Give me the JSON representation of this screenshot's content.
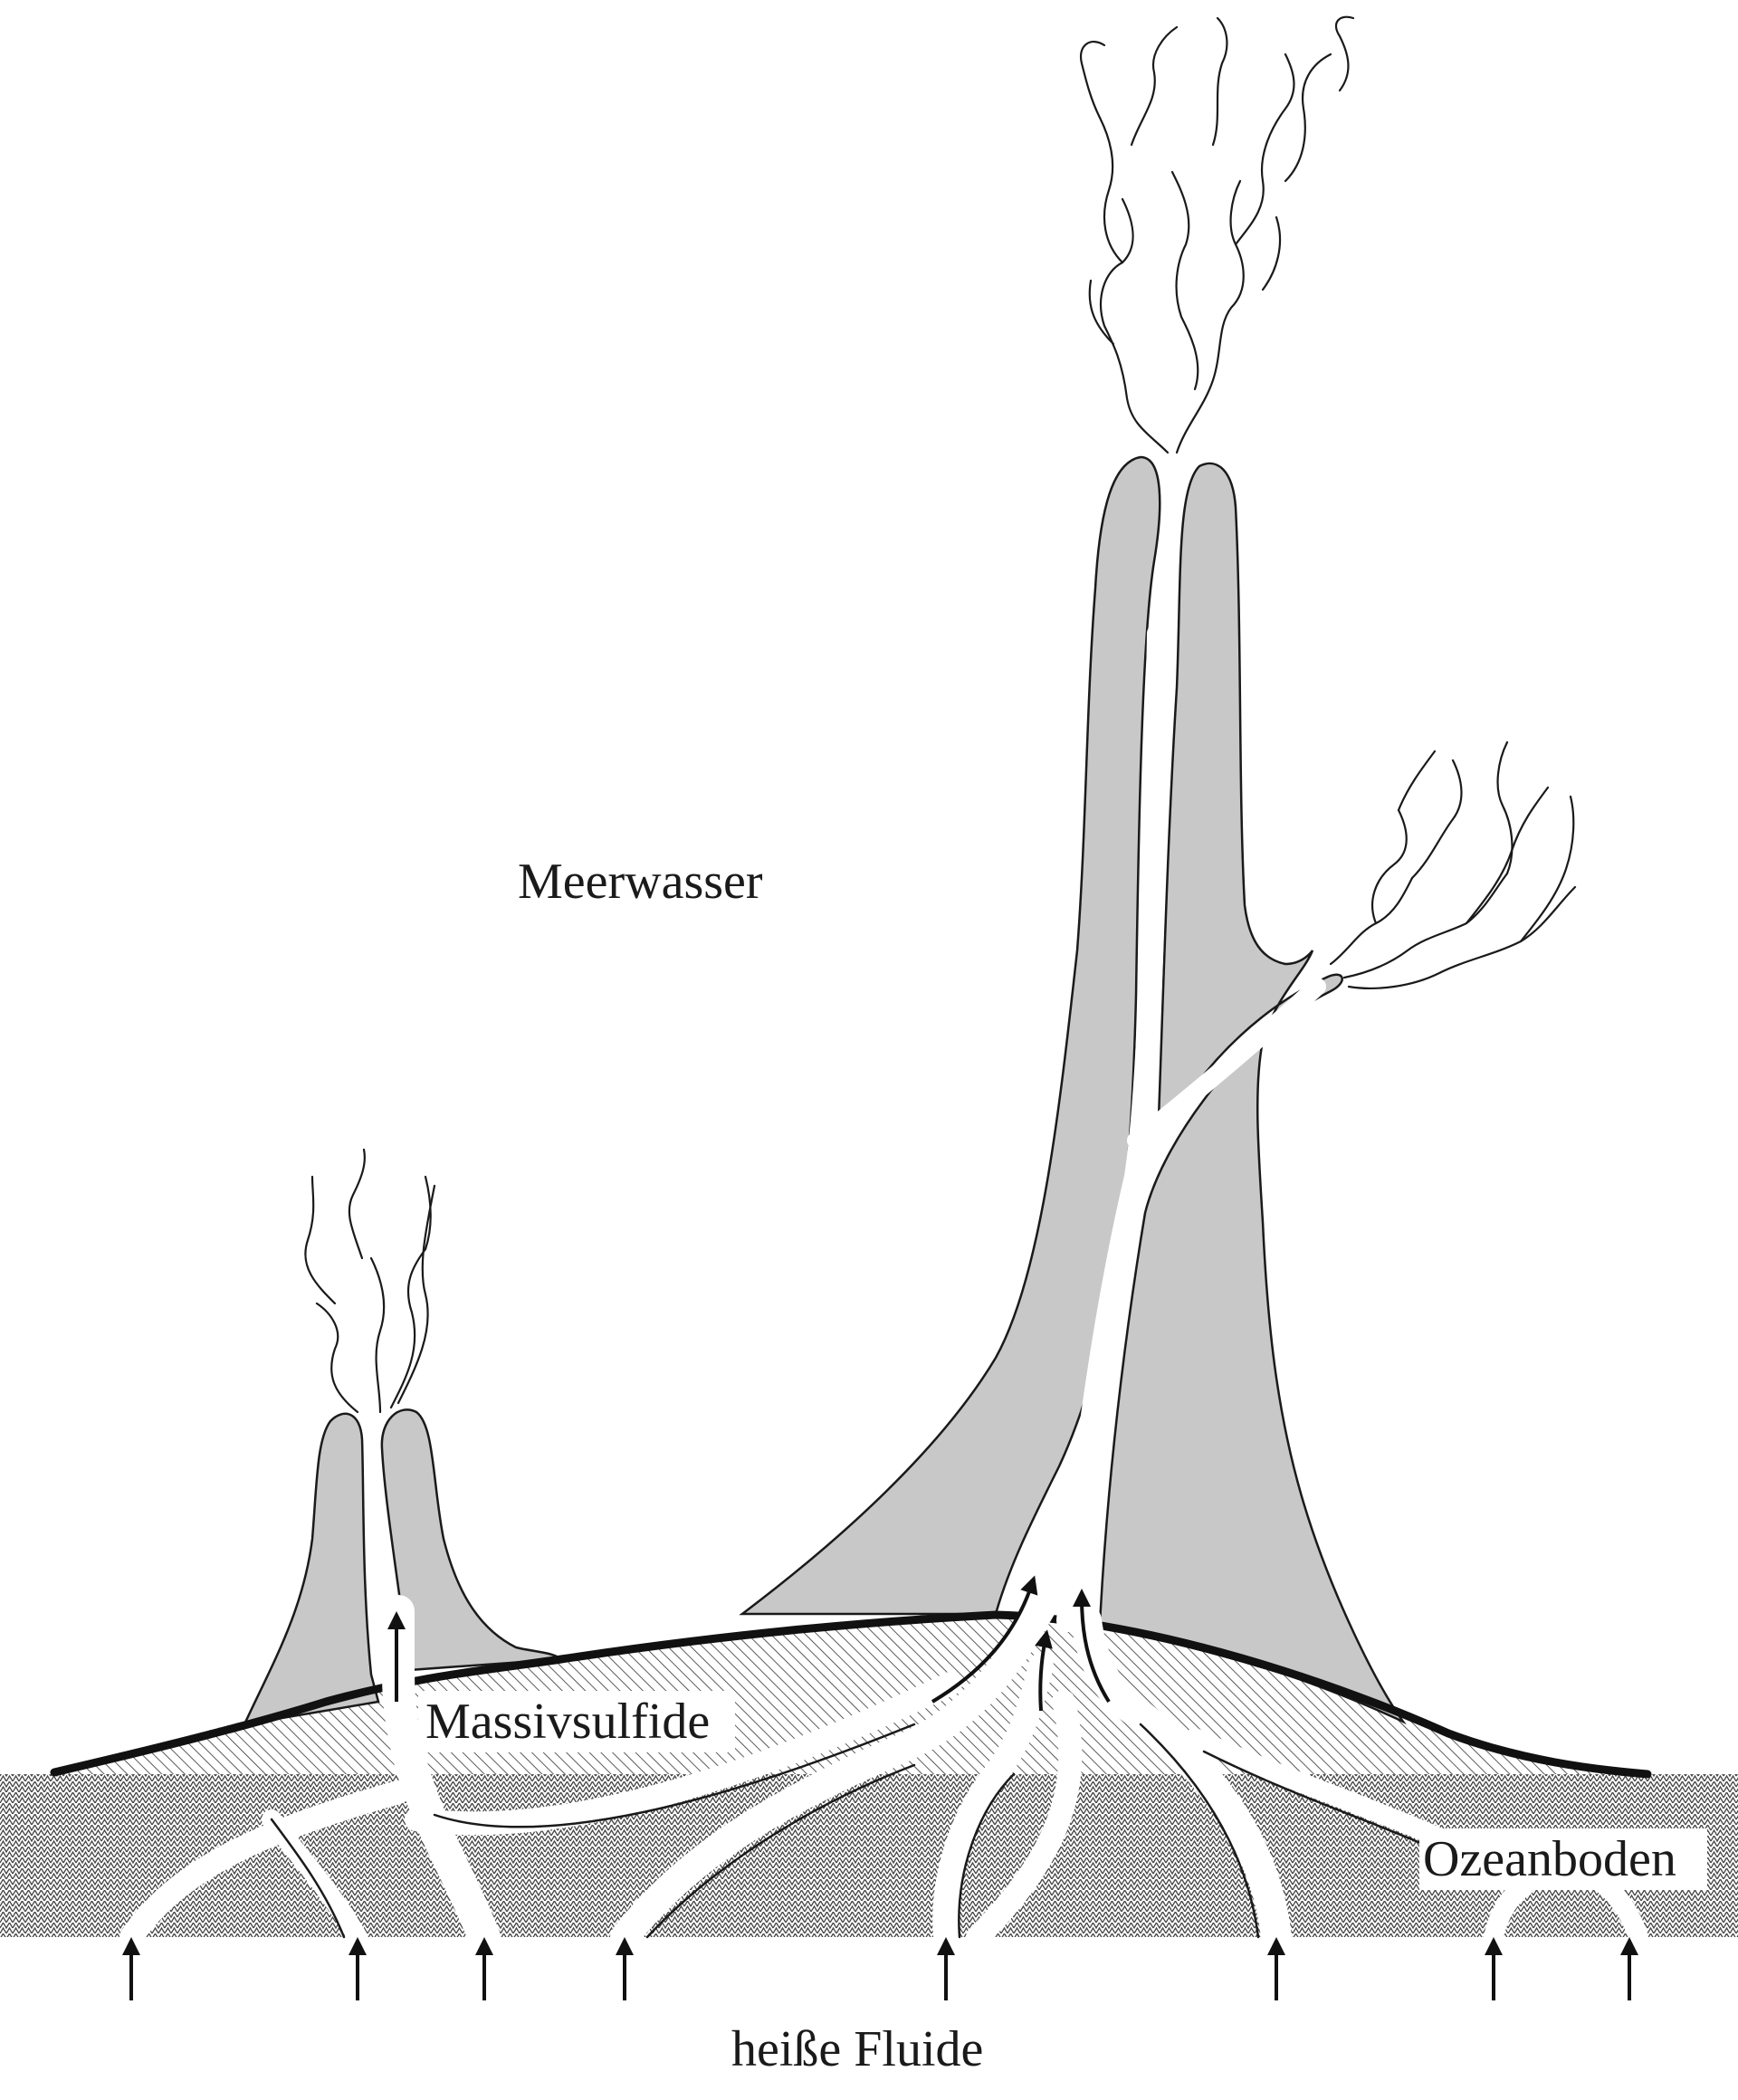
{
  "labels": {
    "seawater": "Meerwasser",
    "sulfides": "Massivsulfide",
    "seafloor": "Ozeanboden",
    "fluids": "heiße Fluide"
  },
  "colors": {
    "chimney": "#c8c8c8",
    "outline": "#1a1a1a",
    "crust_line": "#111111",
    "background": "#ffffff"
  },
  "elements": {
    "small_chimney": "small black smoker chimney",
    "large_chimney": "large black smoker chimney with side vent",
    "fluid_inflow_count": 8
  }
}
